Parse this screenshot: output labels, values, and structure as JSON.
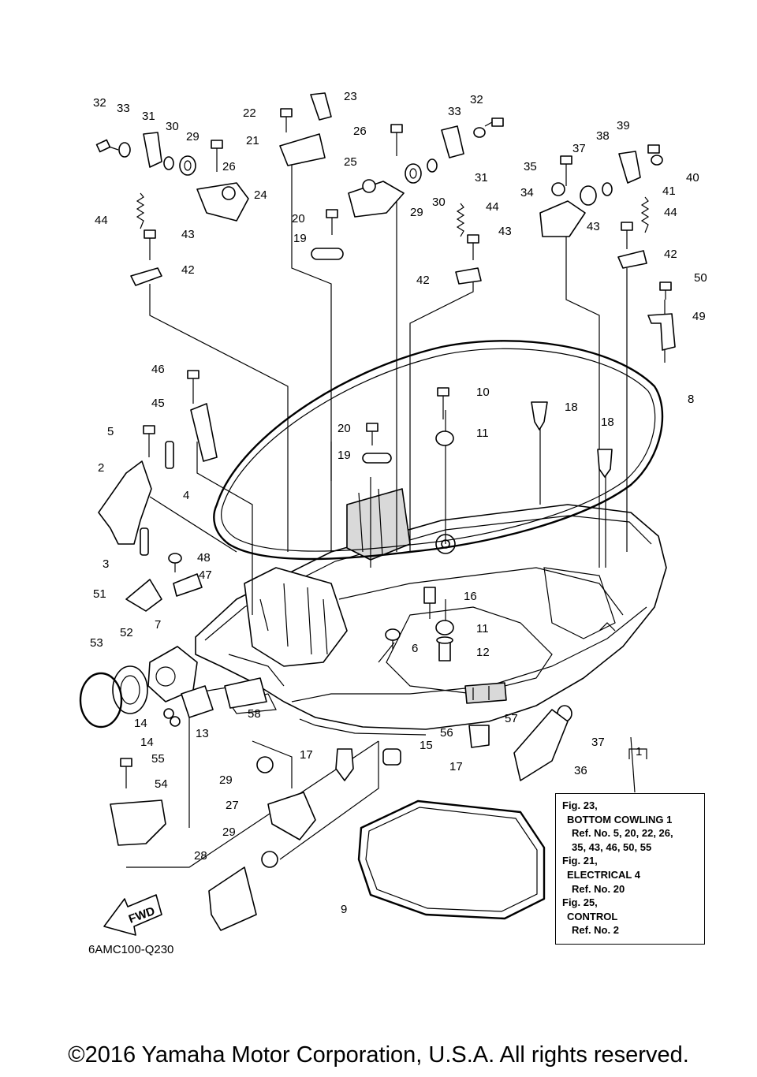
{
  "diagram": {
    "callouts": [
      {
        "id": "c32a",
        "label": "32"
      },
      {
        "id": "c33a",
        "label": "33"
      },
      {
        "id": "c31a",
        "label": "31"
      },
      {
        "id": "c30a",
        "label": "30"
      },
      {
        "id": "c29a",
        "label": "29"
      },
      {
        "id": "c26a",
        "label": "26"
      },
      {
        "id": "c24",
        "label": "24"
      },
      {
        "id": "c44a",
        "label": "44"
      },
      {
        "id": "c43a",
        "label": "43"
      },
      {
        "id": "c42a",
        "label": "42"
      },
      {
        "id": "c22",
        "label": "22"
      },
      {
        "id": "c23",
        "label": "23"
      },
      {
        "id": "c21",
        "label": "21"
      },
      {
        "id": "c20a",
        "label": "20"
      },
      {
        "id": "c19a",
        "label": "19"
      },
      {
        "id": "c26b",
        "label": "26"
      },
      {
        "id": "c25",
        "label": "25"
      },
      {
        "id": "c29b",
        "label": "29"
      },
      {
        "id": "c30b",
        "label": "30"
      },
      {
        "id": "c33b",
        "label": "33"
      },
      {
        "id": "c32b",
        "label": "32"
      },
      {
        "id": "c31b",
        "label": "31"
      },
      {
        "id": "c44b",
        "label": "44"
      },
      {
        "id": "c43b",
        "label": "43"
      },
      {
        "id": "c42b",
        "label": "42"
      },
      {
        "id": "c35",
        "label": "35"
      },
      {
        "id": "c37a",
        "label": "37"
      },
      {
        "id": "c38",
        "label": "38"
      },
      {
        "id": "c39",
        "label": "39"
      },
      {
        "id": "c40",
        "label": "40"
      },
      {
        "id": "c41",
        "label": "41"
      },
      {
        "id": "c34",
        "label": "34"
      },
      {
        "id": "c44c",
        "label": "44"
      },
      {
        "id": "c43c",
        "label": "43"
      },
      {
        "id": "c42c",
        "label": "42"
      },
      {
        "id": "c50",
        "label": "50"
      },
      {
        "id": "c49",
        "label": "49"
      },
      {
        "id": "c8",
        "label": "8"
      },
      {
        "id": "c46",
        "label": "46"
      },
      {
        "id": "c45",
        "label": "45"
      },
      {
        "id": "c5",
        "label": "5"
      },
      {
        "id": "c2",
        "label": "2"
      },
      {
        "id": "c4",
        "label": "4"
      },
      {
        "id": "c3",
        "label": "3"
      },
      {
        "id": "c48",
        "label": "48"
      },
      {
        "id": "c47",
        "label": "47"
      },
      {
        "id": "c51",
        "label": "51"
      },
      {
        "id": "c10",
        "label": "10"
      },
      {
        "id": "c18a",
        "label": "18"
      },
      {
        "id": "c18b",
        "label": "18"
      },
      {
        "id": "c20b",
        "label": "20"
      },
      {
        "id": "c11a",
        "label": "11"
      },
      {
        "id": "c19b",
        "label": "19"
      },
      {
        "id": "c16",
        "label": "16"
      },
      {
        "id": "c11b",
        "label": "11"
      },
      {
        "id": "c12",
        "label": "12"
      },
      {
        "id": "c6",
        "label": "6"
      },
      {
        "id": "c7",
        "label": "7"
      },
      {
        "id": "c52",
        "label": "52"
      },
      {
        "id": "c53",
        "label": "53"
      },
      {
        "id": "c14a",
        "label": "14"
      },
      {
        "id": "c14b",
        "label": "14"
      },
      {
        "id": "c13",
        "label": "13"
      },
      {
        "id": "c58",
        "label": "58"
      },
      {
        "id": "c56",
        "label": "56"
      },
      {
        "id": "c57",
        "label": "57"
      },
      {
        "id": "c17a",
        "label": "17"
      },
      {
        "id": "c15",
        "label": "15"
      },
      {
        "id": "c17b",
        "label": "17"
      },
      {
        "id": "c37b",
        "label": "37"
      },
      {
        "id": "c36",
        "label": "36"
      },
      {
        "id": "c1",
        "label": "1"
      },
      {
        "id": "c55",
        "label": "55"
      },
      {
        "id": "c54",
        "label": "54"
      },
      {
        "id": "c29c",
        "label": "29"
      },
      {
        "id": "c27",
        "label": "27"
      },
      {
        "id": "c29d",
        "label": "29"
      },
      {
        "id": "c28",
        "label": "28"
      },
      {
        "id": "c9",
        "label": "9"
      }
    ],
    "fwd_label": "FWD",
    "diagram_code": "6AMC100-Q230"
  },
  "reference_box": {
    "lines": [
      "Fig. 23,",
      "BOTTOM COWLING 1",
      "Ref. No. 5, 20, 22, 26,",
      "35, 43, 46, 50, 55",
      "Fig. 21,",
      "ELECTRICAL 4",
      "Ref. No. 20",
      "Fig. 25,",
      "CONTROL",
      "Ref. No. 2"
    ]
  },
  "footer": {
    "copyright": "©2016 Yamaha Motor Corporation, U.S.A. All rights reserved."
  }
}
